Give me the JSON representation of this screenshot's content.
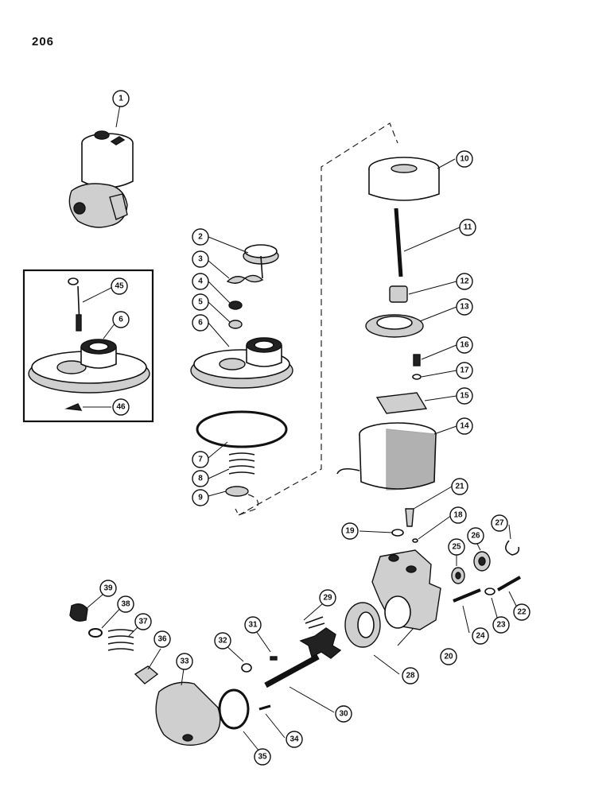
{
  "page": {
    "number": "206"
  },
  "callouts": [
    "1",
    "2",
    "3",
    "4",
    "5",
    "6",
    "6",
    "7",
    "8",
    "9",
    "10",
    "11",
    "12",
    "13",
    "14",
    "15",
    "16",
    "17",
    "18",
    "19",
    "20",
    "21",
    "22",
    "23",
    "24",
    "25",
    "26",
    "27",
    "28",
    "29",
    "30",
    "31",
    "32",
    "33",
    "34",
    "35",
    "36",
    "37",
    "38",
    "39",
    "45",
    "46"
  ]
}
